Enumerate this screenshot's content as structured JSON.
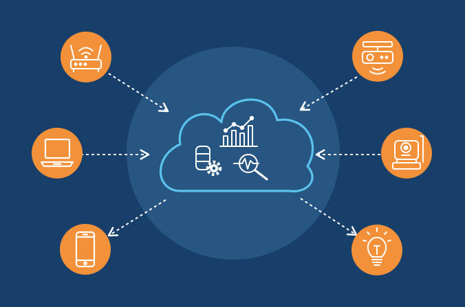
{
  "colors": {
    "background": "#173f69",
    "halo": "#285683",
    "cloud_outline": "#5bc2ee",
    "node_fill": "#f3903a",
    "icon_stroke": "#ffffff",
    "arrow": "#ffffff"
  },
  "center": {
    "icon": "cloud-icon",
    "contents": [
      "database-settings-icon",
      "bar-line-chart-icon",
      "analytics-magnifier-icon"
    ]
  },
  "devices": [
    {
      "name": "wifi-router",
      "icon": "wifi-router-icon",
      "side": "left"
    },
    {
      "name": "laptop",
      "icon": "laptop-icon",
      "side": "left"
    },
    {
      "name": "smartphone",
      "icon": "smartphone-icon",
      "side": "left"
    },
    {
      "name": "projector",
      "icon": "projector-icon",
      "side": "right"
    },
    {
      "name": "robot-arm",
      "icon": "robot-arm-icon",
      "side": "right"
    },
    {
      "name": "smart-bulb",
      "icon": "smart-bulb-icon",
      "side": "right"
    }
  ]
}
